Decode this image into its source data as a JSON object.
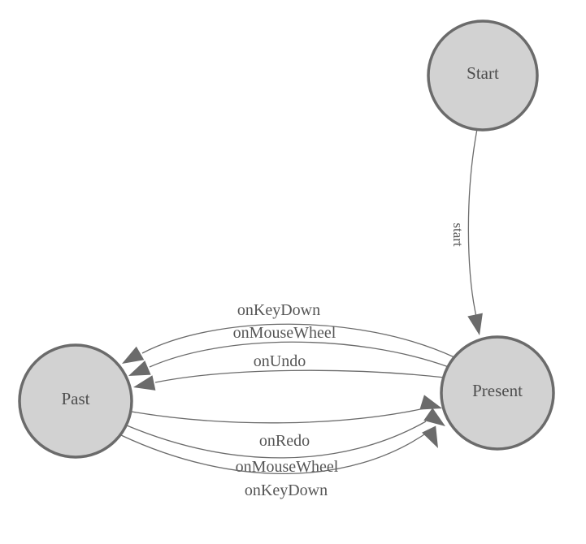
{
  "diagram": {
    "type": "state-machine",
    "colors": {
      "background": "#ffffff",
      "node_fill": "#d2d2d2",
      "node_stroke": "#6b6b6b",
      "edge_stroke": "#6b6b6b",
      "arrow_fill": "#6b6b6b",
      "node_text": "#4e4e4e",
      "edge_text": "#555555"
    },
    "nodes": [
      {
        "id": "start",
        "label": "Start"
      },
      {
        "id": "present",
        "label": "Present"
      },
      {
        "id": "past",
        "label": "Past"
      }
    ],
    "edges": [
      {
        "from": "Start",
        "to": "Present",
        "label": "start"
      },
      {
        "from": "Present",
        "to": "Past",
        "label": "onKeyDown"
      },
      {
        "from": "Present",
        "to": "Past",
        "label": "onMouseWheel"
      },
      {
        "from": "Present",
        "to": "Past",
        "label": "onUndo"
      },
      {
        "from": "Past",
        "to": "Present",
        "label": "onRedo"
      },
      {
        "from": "Past",
        "to": "Present",
        "label": "onMouseWheel"
      },
      {
        "from": "Past",
        "to": "Present",
        "label": "onKeyDown"
      }
    ]
  }
}
